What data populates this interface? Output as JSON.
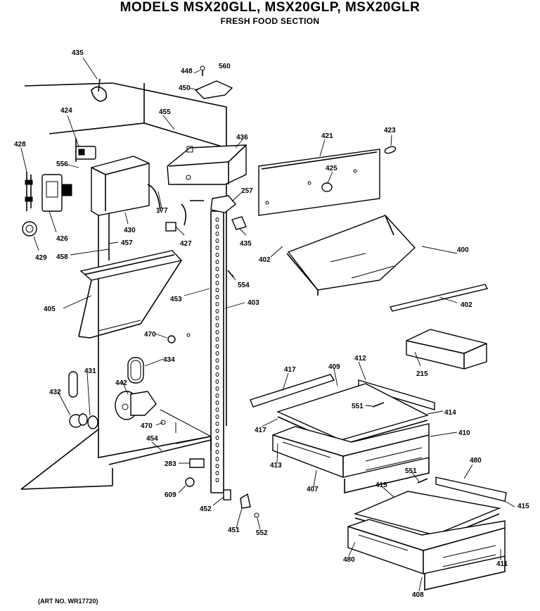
{
  "header": {
    "title": "MODELS MSX20GLL, MSX20GLP, MSX20GLR",
    "subtitle": "FRESH FOOD SECTION"
  },
  "art_number": "(ART NO. WR17720)",
  "callouts": [
    "435",
    "448",
    "560",
    "450",
    "424",
    "455",
    "436",
    "421",
    "423",
    "428",
    "556",
    "425",
    "257",
    "426",
    "430",
    "177",
    "427",
    "435",
    "429",
    "458",
    "457",
    "402",
    "400",
    "405",
    "453",
    "554",
    "403",
    "402",
    "470",
    "215",
    "434",
    "417",
    "409",
    "412",
    "431",
    "442",
    "551",
    "432",
    "414",
    "470",
    "417",
    "410",
    "454",
    "413",
    "283",
    "551",
    "480",
    "407",
    "609",
    "415",
    "415",
    "452",
    "480",
    "451",
    "552",
    "411",
    "408"
  ]
}
